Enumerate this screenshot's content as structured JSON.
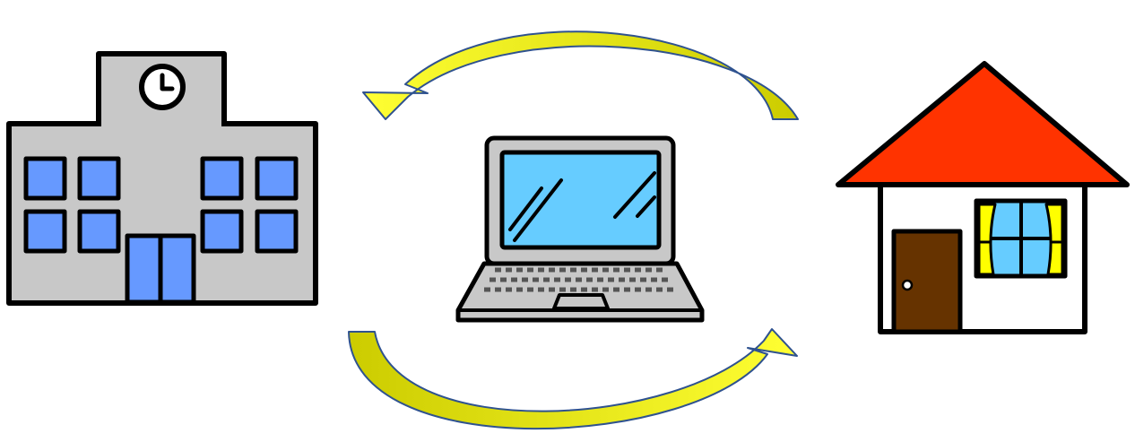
{
  "diagram": {
    "nodes": [
      {
        "id": "school",
        "icon": "school-building-icon"
      },
      {
        "id": "laptop",
        "icon": "laptop-icon"
      },
      {
        "id": "house",
        "icon": "house-icon"
      }
    ],
    "edges": [
      {
        "from": "house",
        "to": "school",
        "icon": "curved-arrow-icon",
        "path": "over-top"
      },
      {
        "from": "school",
        "to": "house",
        "icon": "curved-arrow-icon",
        "path": "under-bottom"
      }
    ]
  },
  "colors": {
    "outline": "#000000",
    "building_wall": "#c8c8c8",
    "building_window": "#6699ff",
    "clock_face": "#ffffff",
    "laptop_body": "#c8c8c8",
    "laptop_screen": "#66ccff",
    "laptop_keys": "#555555",
    "house_roof": "#ff3300",
    "house_wall": "#ffffff",
    "house_door": "#663300",
    "house_window_glass": "#66ccff",
    "house_curtain": "#ffff00",
    "arrow_fill": "#cccc00",
    "arrow_fill_light": "#ffff33",
    "arrow_stroke": "#2f528f"
  }
}
